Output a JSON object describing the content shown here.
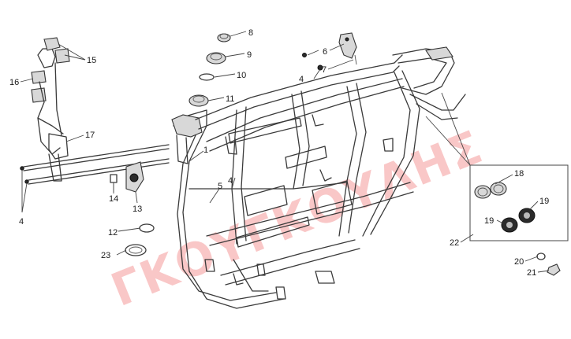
{
  "watermark": "ΓΚΟΥΓΚΟΥΛΗΣ",
  "callouts": {
    "c1": "1",
    "c2": "4",
    "c3": "5",
    "c4": "4",
    "c5": "4",
    "c6": "6",
    "c7": "7",
    "c8": "8",
    "c9": "9",
    "c10": "10",
    "c11": "11",
    "c12": "12",
    "c13": "13",
    "c14": "14",
    "c15": "15",
    "c16": "16",
    "c17": "17",
    "c18": "18",
    "c19": "19",
    "c20": "19",
    "c21": "20",
    "c22": "21",
    "c23": "22",
    "c24": "23"
  },
  "colors": {
    "line": "#3a3a3a",
    "watermark": "#ec4646"
  }
}
